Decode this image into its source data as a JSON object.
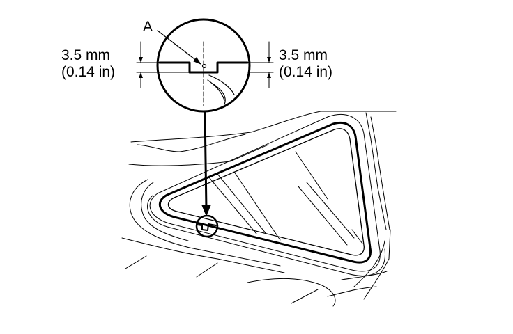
{
  "labels": {
    "callout_a": "A",
    "left_mm": "3.5 mm",
    "left_in": "(0.14 in)",
    "right_mm": "3.5 mm",
    "right_in": "(0.14 in)"
  },
  "colors": {
    "line": "#000000",
    "background": "#ffffff"
  }
}
